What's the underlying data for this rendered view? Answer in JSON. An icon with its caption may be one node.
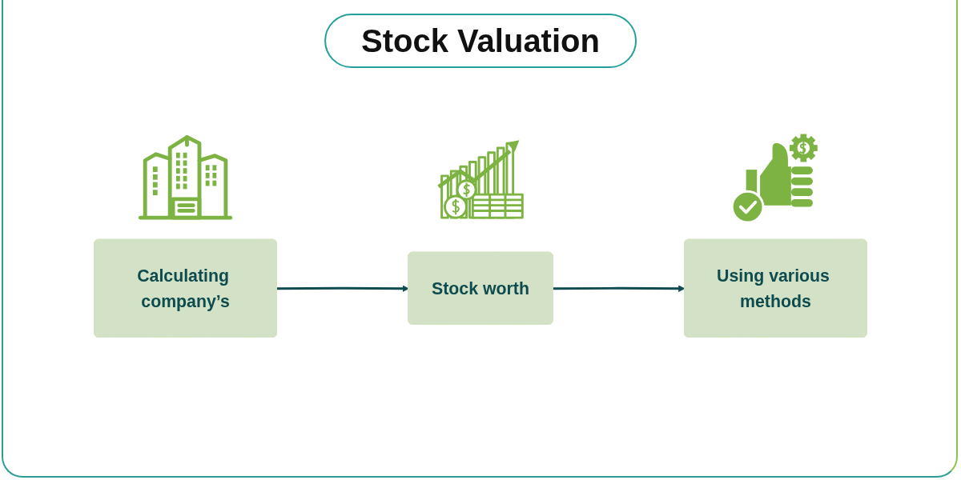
{
  "diagram": {
    "title": "Stock Valuation",
    "nodes": [
      {
        "text": [
          "Calculating company’s"
        ]
      },
      {
        "text": [
          "Stock worth"
        ]
      },
      {
        "text": [
          "Using various methods"
        ]
      }
    ],
    "edges": [
      {
        "from": 0,
        "to": 1,
        "arrow": "to"
      },
      {
        "from": 1,
        "to": 2,
        "arrow": "to"
      }
    ]
  }
}
